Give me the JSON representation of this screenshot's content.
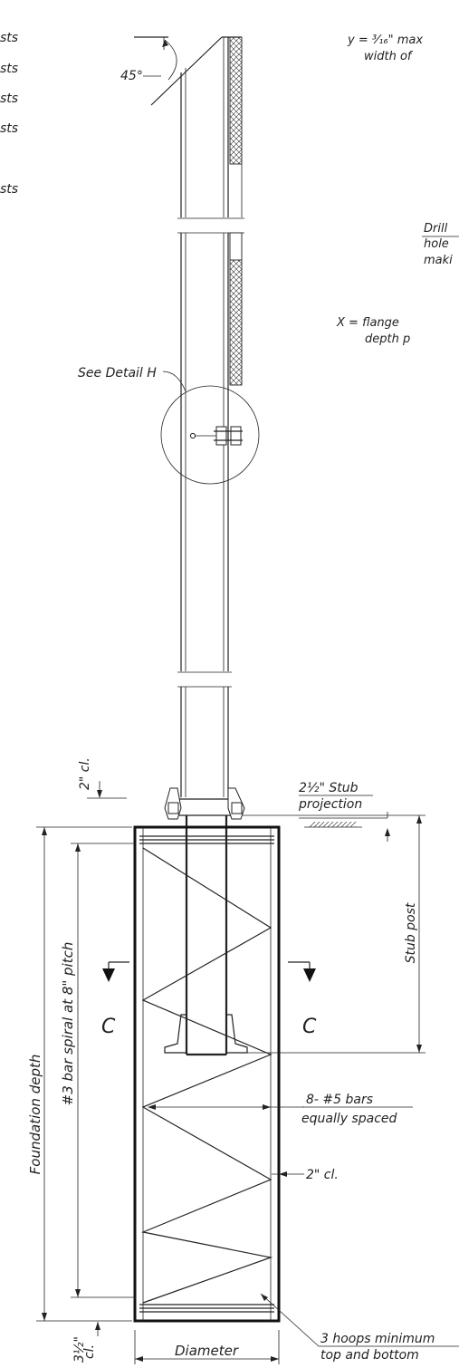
{
  "left_fragments": [
    "sts",
    "sts",
    "sts",
    "sts",
    "sts"
  ],
  "angle_label": "45°",
  "y_note": {
    "line1": "y = ³⁄₁₆\" max",
    "line2": "width of"
  },
  "drill_note": {
    "line1": "Drill",
    "line2": "hole",
    "line3": "maki"
  },
  "x_note": {
    "line1": "X = flange",
    "line2": "depth p"
  },
  "detail_callout": "See Detail H",
  "clear_top": "2\" cl.",
  "stub_projection": {
    "line1": "2½\" Stub",
    "line2": "projection"
  },
  "stub_post": "Stub post",
  "foundation_depth": "Foundation depth",
  "spiral": "#3 bar spiral at 8\" pitch",
  "section_mark": "C",
  "bars": {
    "line1": "8- #5 bars",
    "line2": "equally spaced"
  },
  "clear_side": "2\" cl.",
  "clear_bottom": {
    "value": "3½\"",
    "unit": "cl."
  },
  "hoops": {
    "line1": "3 hoops minimum",
    "line2": "top and bottom"
  },
  "diameter": "Diameter"
}
